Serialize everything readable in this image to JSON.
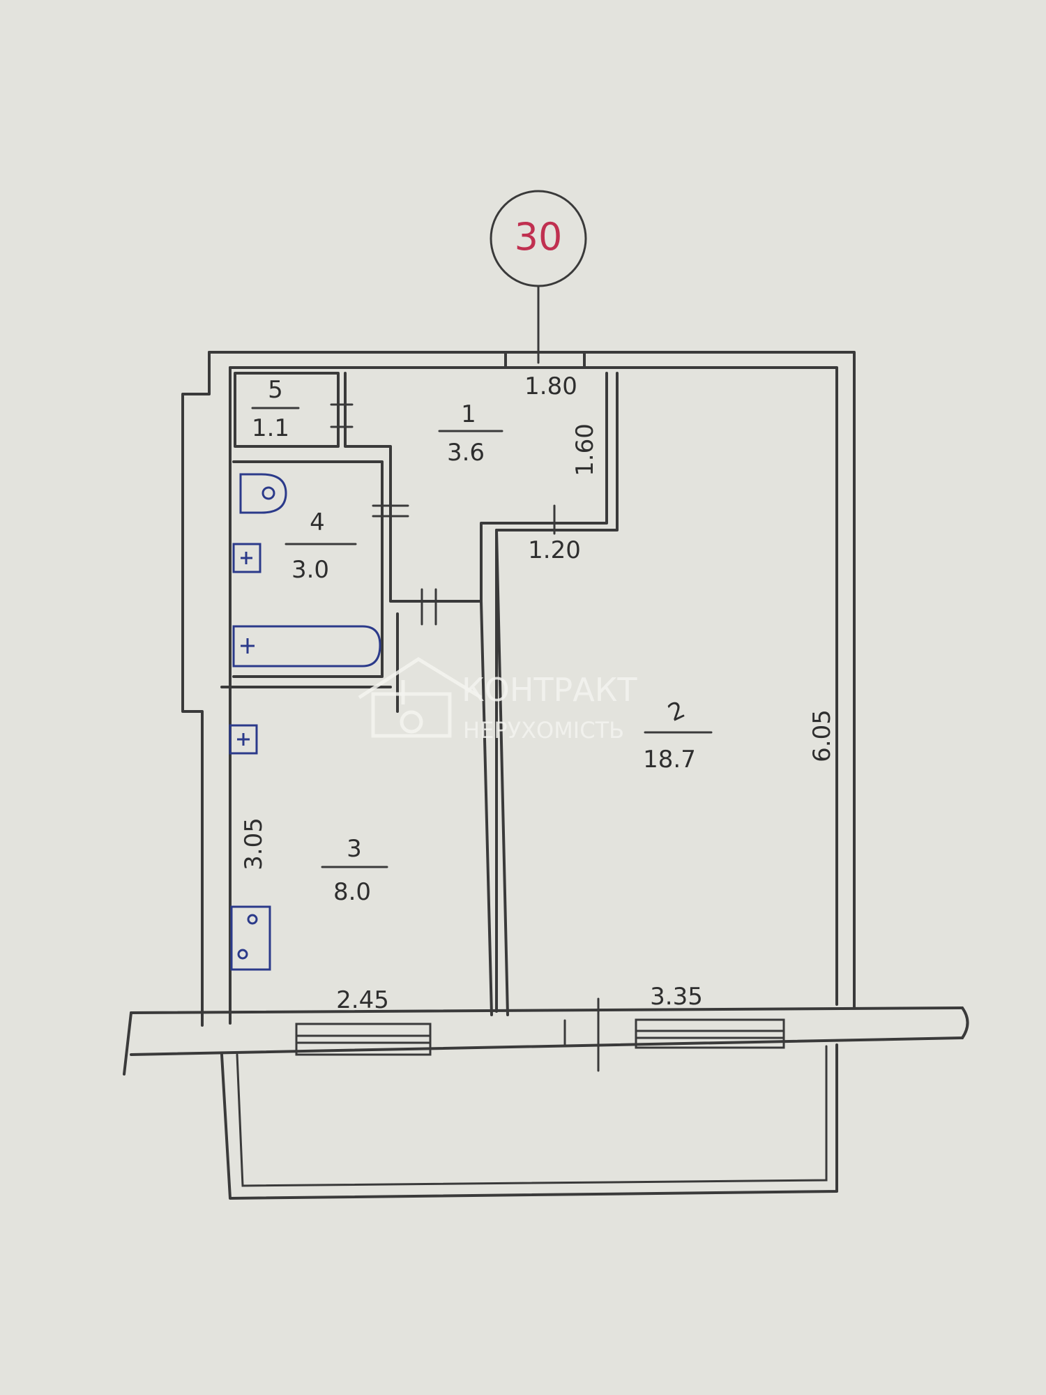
{
  "plan": {
    "apartment_number": "30",
    "rooms": [
      {
        "id": "1",
        "area": "3.6"
      },
      {
        "id": "2",
        "area": "18.7"
      },
      {
        "id": "3",
        "area": "8.0"
      },
      {
        "id": "4",
        "area": "3.0"
      },
      {
        "id": "5",
        "area": "1.1"
      }
    ],
    "dimensions": {
      "hall_width": "1.80",
      "hall_depth": "1.60",
      "hall_opening": "1.20",
      "living_depth": "6.05",
      "living_width": "3.35",
      "kitchen_depth": "3.05",
      "kitchen_width": "2.45"
    }
  },
  "watermark": {
    "line1": "КОНТРАКТ",
    "line2": "НЕРУХОМІСТЬ"
  },
  "colors": {
    "ink": "#3a3a3a",
    "red_marker": "#c03050",
    "blue_fixtures": "#2b3a8a"
  }
}
